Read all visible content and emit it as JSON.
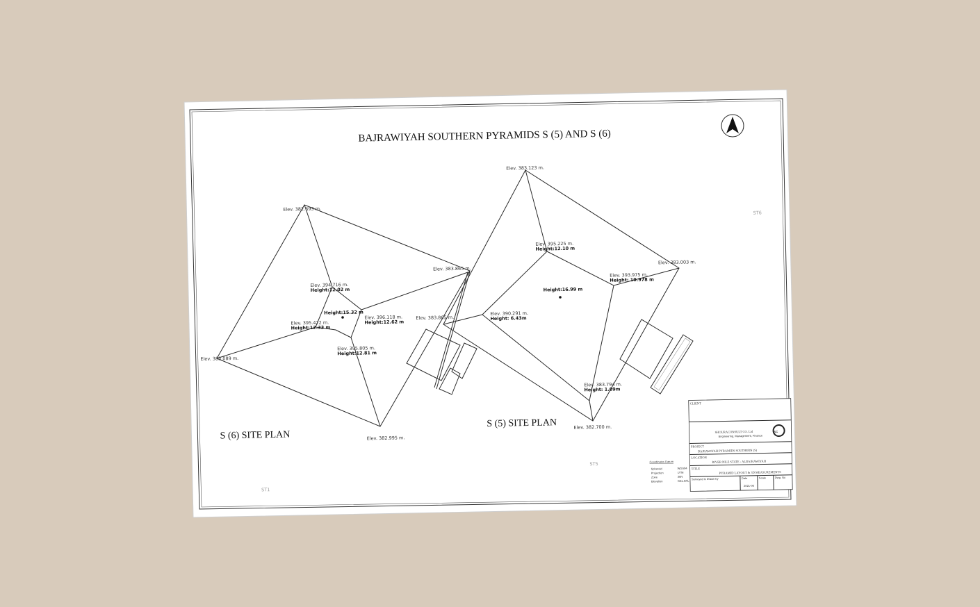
{
  "drawing": {
    "title": "BAJRAWIYAH SOUTHERN PYRAMIDS  S (5) AND S  (6)",
    "north_arrow_icon": "north-arrow-icon",
    "grid_labels": [
      "ST6",
      "ST5",
      "ST1"
    ],
    "s6": {
      "label": "S (6) SITE PLAN",
      "corners": [
        "Elev. 382.693 m.",
        "Elev. 383.865 m.",
        "Elev. 382.995 m.",
        "Elev. 383.089 m."
      ],
      "inner": [
        {
          "elev": "Elev. 394.716 m.",
          "height": "Height:12.02 m"
        },
        {
          "elev": "Elev. 396.118 m.",
          "height": "Height:12.62 m"
        },
        {
          "elev": "Elev. 395.805 m.",
          "height": "Height:12.81 m"
        },
        {
          "elev": "Elev. 395.422 m.",
          "height": "Height:12.33 m"
        }
      ],
      "apex_height": "Height:15.32 m"
    },
    "s5": {
      "label": "S (5) SITE PLAN",
      "corners": [
        "Elev. 383.123 m.",
        "Elev. 383.003 m.",
        "Elev. 382.700 m.",
        "Elev. 383.865 m."
      ],
      "inner": [
        {
          "elev": "Elev. 395.225 m.",
          "height": "Height:12.10 m"
        },
        {
          "elev": "Elev. 393.975 m.",
          "height": "Height: 10.978 m"
        },
        {
          "elev": "Elev. 383.794 m.",
          "height": "Height: 1.09m"
        },
        {
          "elev": "Elev. 390.291 m.",
          "height": "Height: 6.43m"
        }
      ],
      "apex_height": "Height:16.99 m"
    },
    "coordinates": {
      "heading": "Coordinates Datum",
      "rows": [
        {
          "k": "Spheroid",
          "v": "WGS84"
        },
        {
          "k": "Projection",
          "v": "UTM"
        },
        {
          "k": "Zone",
          "v": "36N"
        },
        {
          "k": "Elevation",
          "v": "GEL.BAL"
        }
      ]
    },
    "title_block": {
      "client_label": "CLIENT",
      "company": "SHOURACONSULT CO. Ltd",
      "company_sub": "Engineering, Management, Finance",
      "logo_text": "SC",
      "project_label": "PROJECT",
      "project": "BAJRAWIYAH PYRAMIDS SOUTHERN (S)",
      "location_label": "LOCATION",
      "location": "RIVER NILE STATE - ALBAJRAWIYAH",
      "title_label": "TITLE",
      "title": "PYRAMID LAYOUT & 3D MEASUREMENTS",
      "surveyed_label": "Surveyed & Drawn by",
      "date_label": "Date",
      "scale_label": "Scale",
      "dwg_label": "Dwg. No",
      "date_value": "2021-06"
    }
  }
}
